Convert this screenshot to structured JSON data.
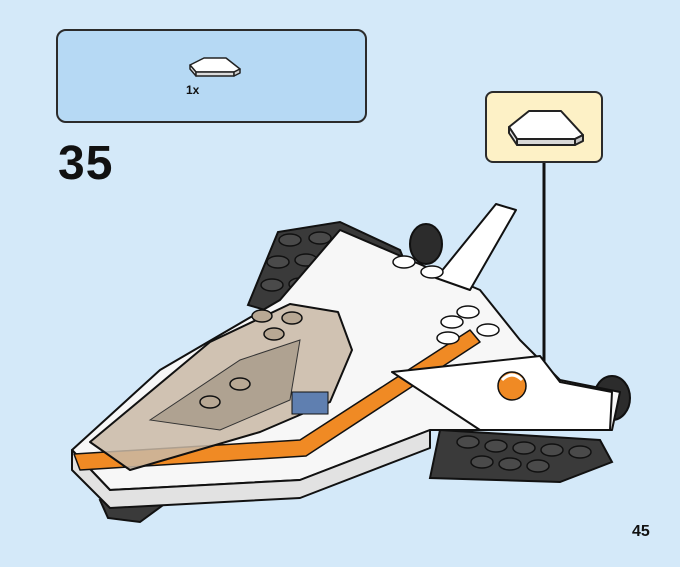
{
  "parts_list": {
    "quantity": "1x",
    "part_icon": "wedge-plate-icon"
  },
  "step": {
    "number": "35"
  },
  "callout": {
    "part_icon": "wedge-plate-icon"
  },
  "page": {
    "number": "45"
  },
  "colors": {
    "background": "#d4e9f9",
    "parts_box": "#b6d9f4",
    "callout": "#fdf1c6",
    "accent_orange": "#f08a24",
    "plate_dark": "#2f2f2f"
  }
}
